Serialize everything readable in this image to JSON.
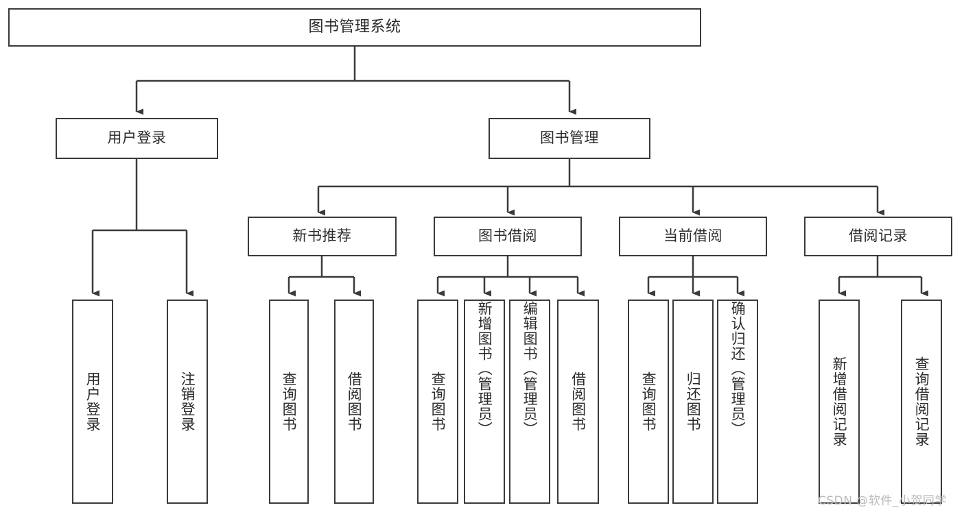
{
  "diagram": {
    "type": "tree-hierarchy",
    "title": "图书管理系统",
    "style": {
      "stroke": "#3a3a3a",
      "fill": "#ffffff",
      "text": "#2b2b2b",
      "watermark_color": "#b9b9b9"
    },
    "root": {
      "label": "图书管理系统"
    },
    "level2": [
      {
        "label": "用户登录"
      },
      {
        "label": "图书管理"
      }
    ],
    "level3": [
      {
        "label": "新书推荐"
      },
      {
        "label": "图书借阅"
      },
      {
        "label": "当前借阅"
      },
      {
        "label": "借阅记录"
      }
    ],
    "leaves": {
      "user_login": [
        {
          "label": "用户登录"
        },
        {
          "label": "注销登录"
        }
      ],
      "new_book_recommend": [
        {
          "label": "查询图书"
        },
        {
          "label": "借阅图书"
        }
      ],
      "book_borrow": [
        {
          "label": "查询图书"
        },
        {
          "label": "新增图书（管理员）"
        },
        {
          "label": "编辑图书（管理员）"
        },
        {
          "label": "借阅图书"
        }
      ],
      "current_borrow": [
        {
          "label": "查询图书"
        },
        {
          "label": "归还图书"
        },
        {
          "label": "确认归还（管理员）"
        }
      ],
      "borrow_record": [
        {
          "label": "新增借阅记录"
        },
        {
          "label": "查询借阅记录"
        }
      ]
    }
  },
  "watermark": {
    "text": "CSDN @软件_小贺同学"
  }
}
